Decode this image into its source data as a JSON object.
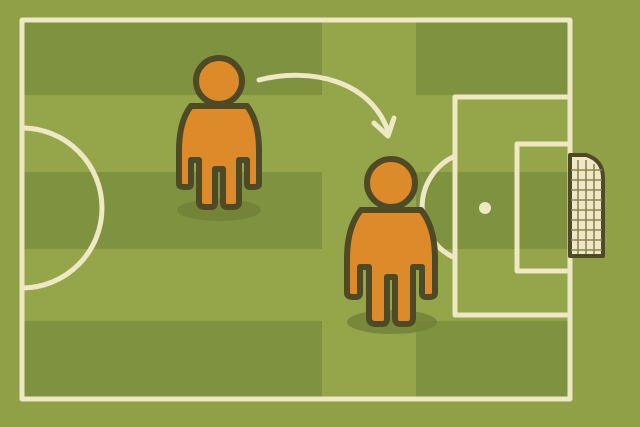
{
  "scene": {
    "type": "soccer-tactic-illustration",
    "colors": {
      "grass_light": "#94a54a",
      "grass_dark": "#7e9140",
      "line": "#eee8c4",
      "player_fill": "#dc8a2a",
      "player_outline": "#4f4a26",
      "shadow": "#6f7f37",
      "net": "#e9e3c1"
    },
    "players": [
      {
        "id": "passer",
        "icon": "person-icon"
      },
      {
        "id": "receiver",
        "icon": "person-icon"
      }
    ],
    "arrow": {
      "icon": "curved-arrow-icon",
      "meaning": "pass/movement"
    },
    "goal": {
      "icon": "goal-net-icon"
    }
  }
}
